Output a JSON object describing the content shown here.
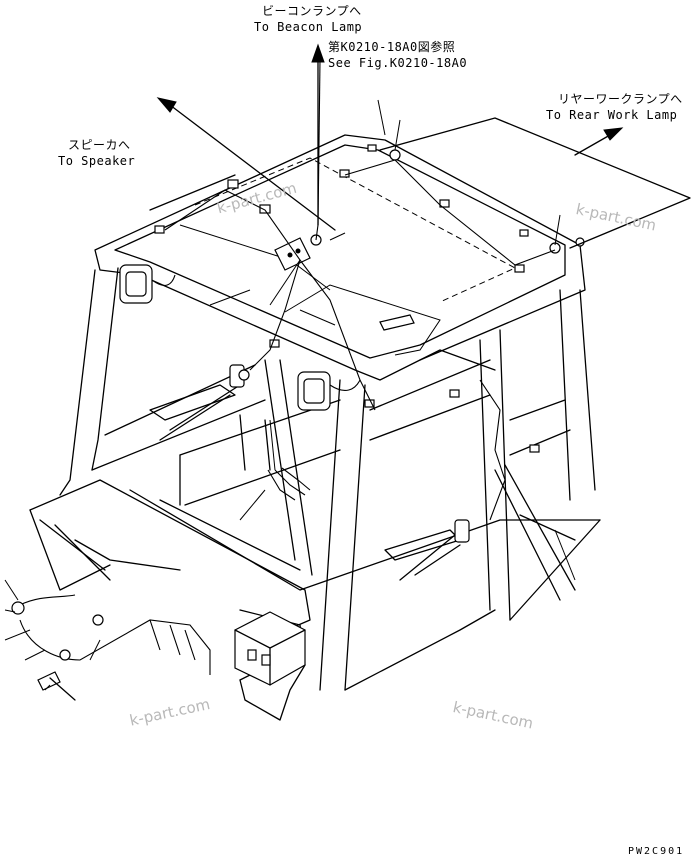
{
  "labels": {
    "beacon_jp": "ビーコンランプへ",
    "beacon_en": "To Beacon Lamp",
    "see_fig_jp": "第K0210-18A0図参照",
    "see_fig_en": "See Fig.K0210-18A0",
    "rear_jp": "リヤーワークランプへ",
    "rear_en": "To Rear Work Lamp",
    "speaker_jp": "スピーカへ",
    "speaker_en": "To Speaker"
  },
  "watermark": "k-part.com",
  "drawing_code": "PW2C901"
}
